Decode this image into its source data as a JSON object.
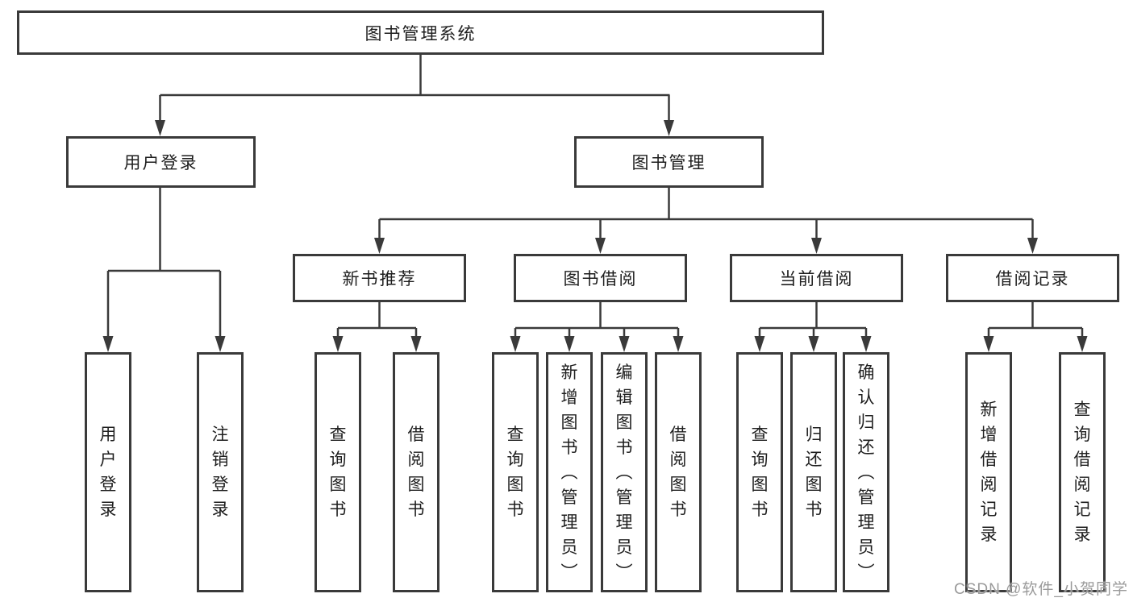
{
  "diagram": {
    "type": "tree-hierarchy",
    "root": {
      "label": "图书管理系统"
    },
    "branches": [
      {
        "label": "用户登录",
        "children": [
          {
            "label": "用户登录"
          },
          {
            "label": "注销登录"
          }
        ]
      },
      {
        "label": "图书管理",
        "children": [
          {
            "label": "新书推荐",
            "children": [
              {
                "label": "查询图书"
              },
              {
                "label": "借阅图书"
              }
            ]
          },
          {
            "label": "图书借阅",
            "children": [
              {
                "label": "查询图书"
              },
              {
                "label": "新增图书（管理员）"
              },
              {
                "label": "编辑图书（管理员）"
              },
              {
                "label": "借阅图书"
              }
            ]
          },
          {
            "label": "当前借阅",
            "children": [
              {
                "label": "查询图书"
              },
              {
                "label": "归还图书"
              },
              {
                "label": "确认归还（管理员）"
              }
            ]
          },
          {
            "label": "借阅记录",
            "children": [
              {
                "label": "新增借阅记录"
              },
              {
                "label": "查询借阅记录"
              }
            ]
          }
        ]
      }
    ]
  },
  "watermark": {
    "text": "CSDN @软件_小贺同学"
  },
  "colors": {
    "line": "#3a3a3a",
    "box_border": "#3a3a3a",
    "text": "#1e1e1e",
    "watermark": "#9a9a9a",
    "background": "#ffffff"
  }
}
